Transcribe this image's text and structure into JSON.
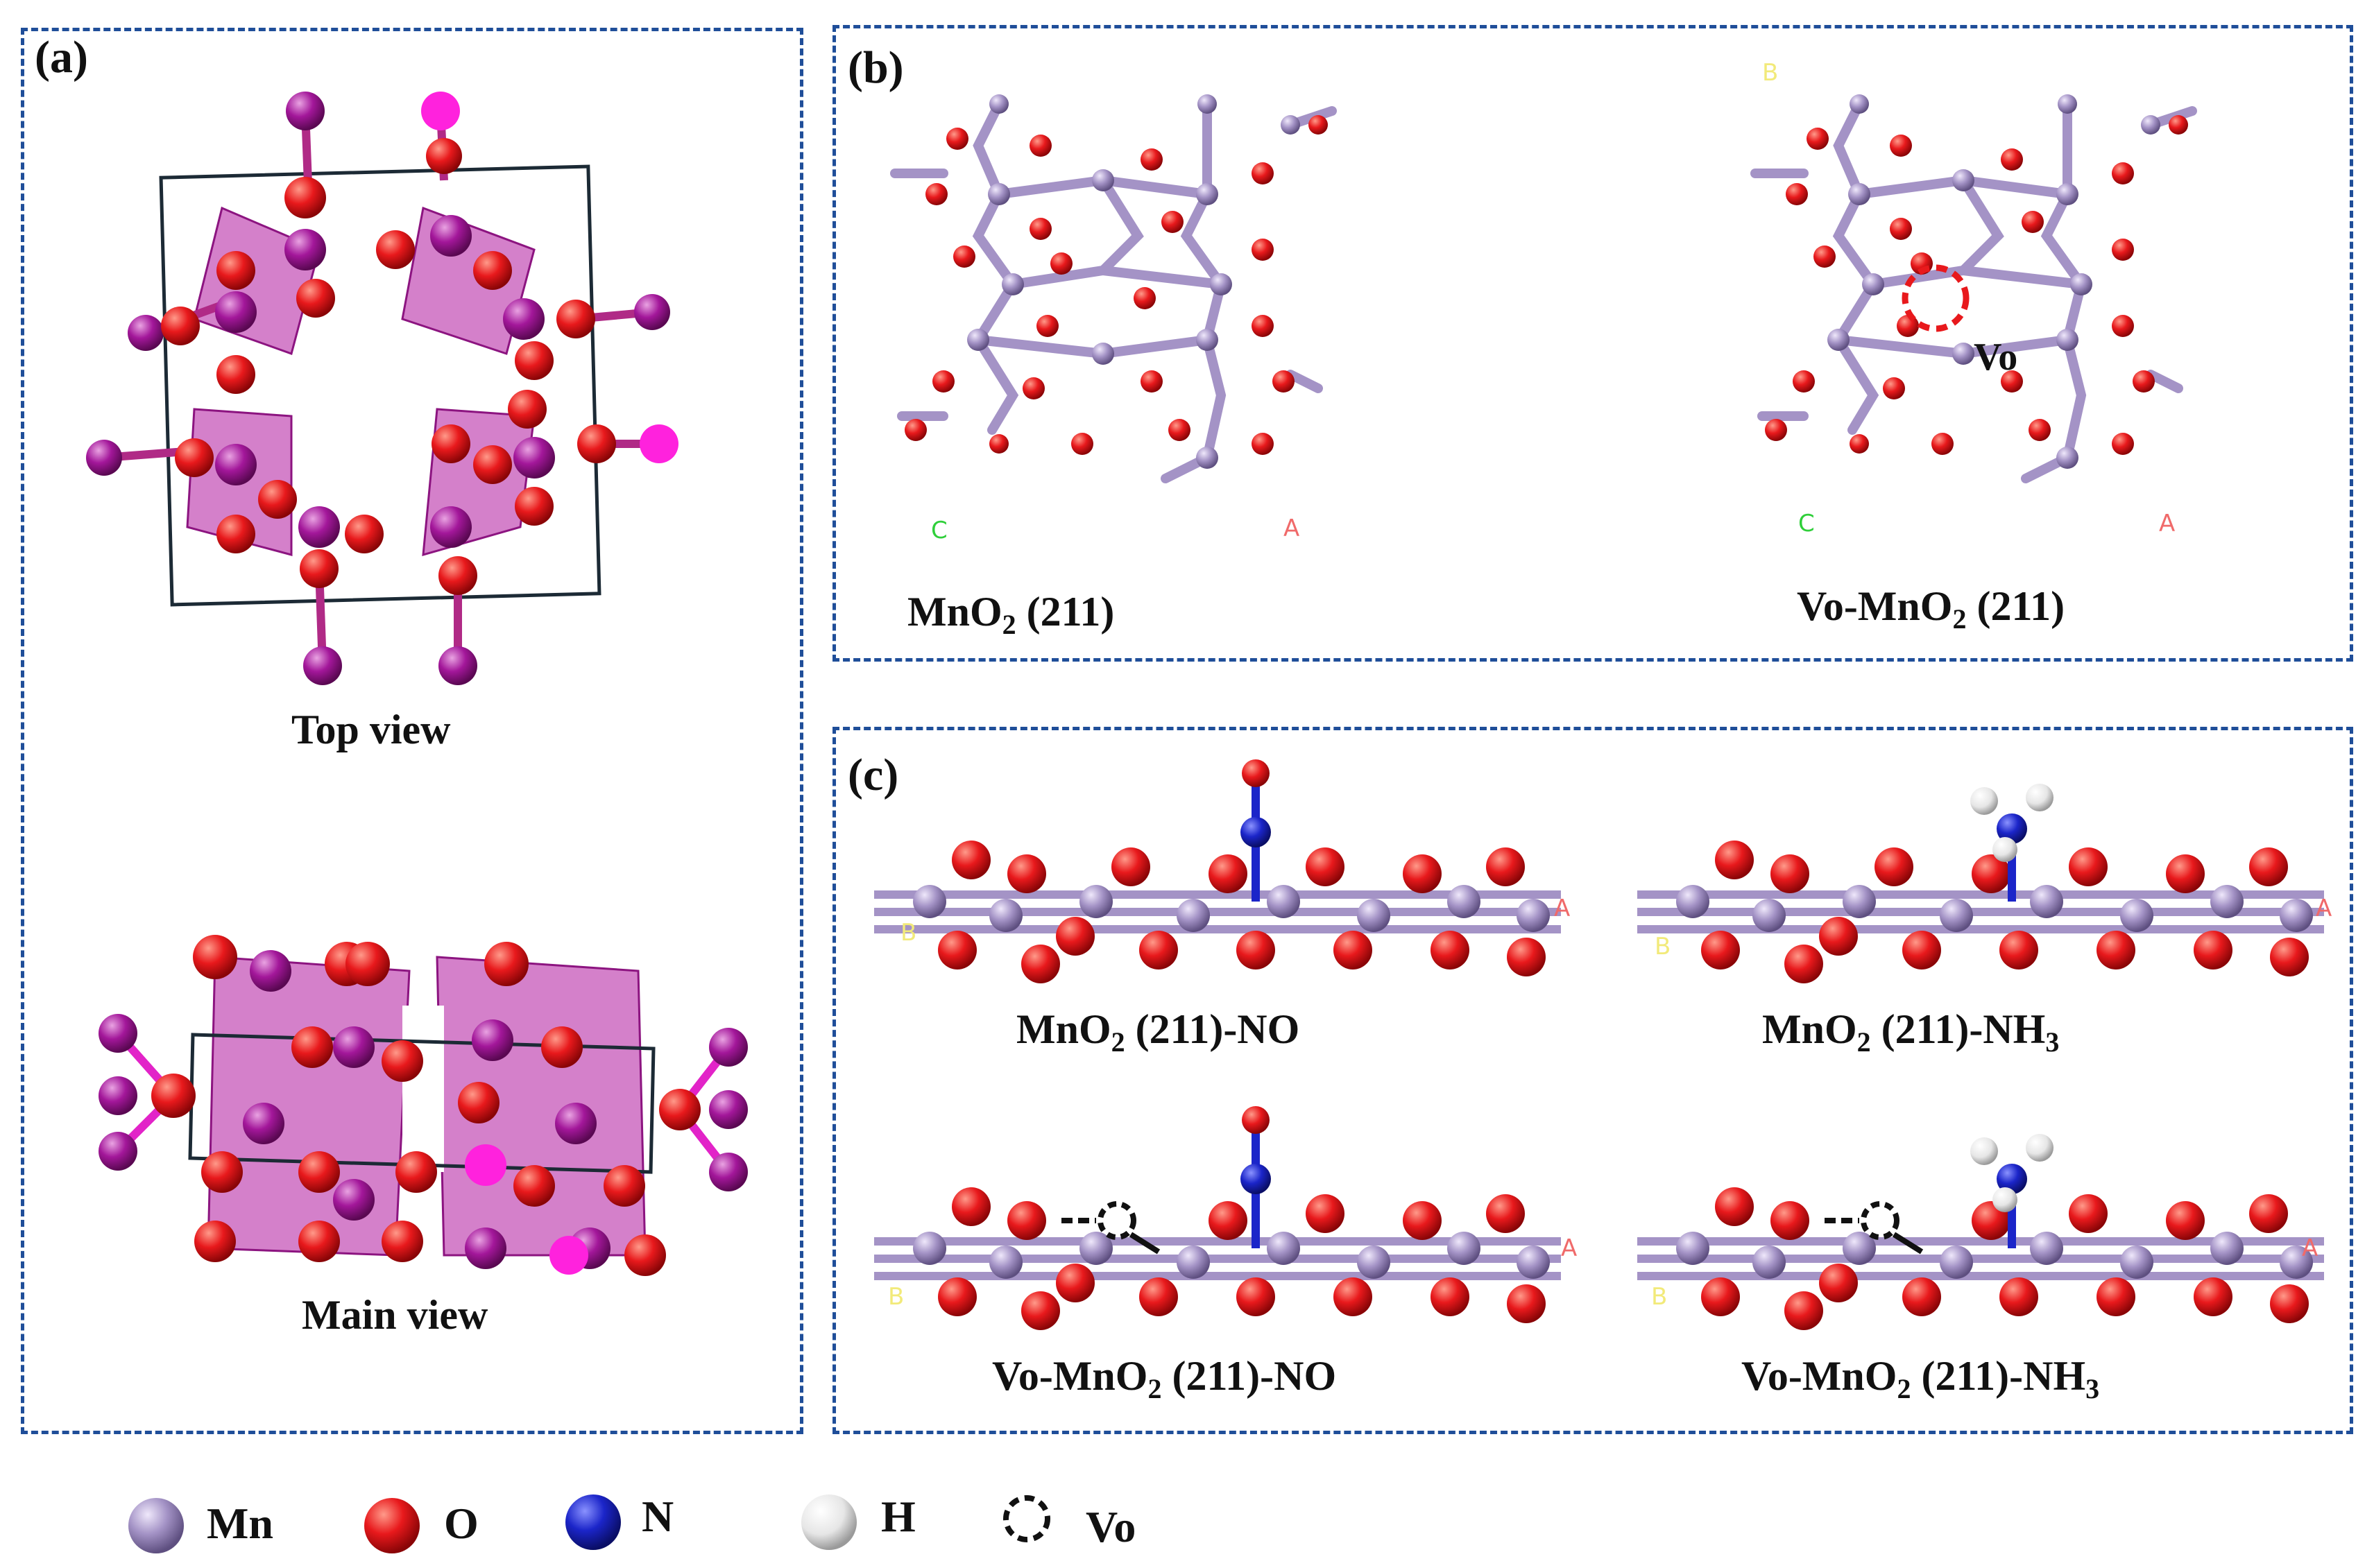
{
  "panels": {
    "a": {
      "label": "(a)",
      "top_caption": "Top view",
      "main_caption": "Main view"
    },
    "b": {
      "label": "(b)",
      "vo_marker": "Vo",
      "left": {
        "pre": "MnO",
        "sub": "2",
        "post": " (211)",
        "axes": [
          "C",
          "A"
        ]
      },
      "right": {
        "pre": "Vo-MnO",
        "sub": "2",
        "post": " (211)",
        "axes": [
          "B",
          "C",
          "A"
        ]
      }
    },
    "c": {
      "label": "(c)",
      "items": [
        {
          "pre": "MnO",
          "sub": "2",
          "post": " (211)-NO",
          "post_sub": "",
          "axes": [
            "B",
            "A"
          ]
        },
        {
          "pre": "MnO",
          "sub": "2",
          "post": " (211)-NH",
          "post_sub": "3",
          "axes": [
            "B",
            "A"
          ]
        },
        {
          "pre": "Vo-MnO",
          "sub": "2",
          "post": " (211)-NO",
          "post_sub": "",
          "axes": [
            "B",
            "A"
          ]
        },
        {
          "pre": "Vo-MnO",
          "sub": "2",
          "post": " (211)-NH",
          "post_sub": "3",
          "axes": [
            "B",
            "A"
          ]
        }
      ]
    }
  },
  "legend": [
    {
      "label": "Mn",
      "color": "#a493c6"
    },
    {
      "label": "O",
      "color": "#e8191c"
    },
    {
      "label": "N",
      "color": "#1b25c9"
    },
    {
      "label": "H",
      "color": "#e6e6e6"
    },
    {
      "label": "Vo",
      "color": "#111111"
    }
  ]
}
